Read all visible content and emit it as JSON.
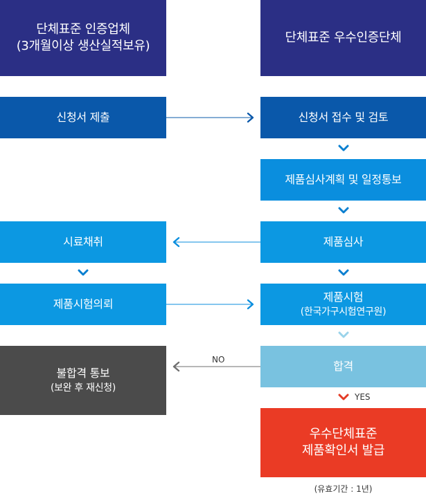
{
  "boxes": {
    "top_left": {
      "line1": "단체표준 인증업체",
      "line2": "(3개월이상 생산실적보유)"
    },
    "top_right": {
      "line1": "단체표준 우수인증단체"
    },
    "apply": {
      "line1": "신청서 제출"
    },
    "receive": {
      "line1": "신청서 접수 및 검토"
    },
    "plan": {
      "line1": "제품심사계획 및 일정통보"
    },
    "sample": {
      "line1": "시료채취"
    },
    "review": {
      "line1": "제품심사"
    },
    "test_req": {
      "line1": "제품시험의뢰"
    },
    "test": {
      "line1": "제품시험",
      "line2": "(한국가구시험연구원)"
    },
    "fail": {
      "line1": "불합격 통보",
      "line2": "(보완 후 재신청)"
    },
    "pass": {
      "line1": "합격"
    },
    "issue": {
      "line1": "우수단체표준",
      "line2": "제품확인서 발급"
    }
  },
  "labels": {
    "no": "NO",
    "yes": "YES"
  },
  "note": "(유효기간 : 1년)",
  "colors": {
    "navy": "#2b2f85",
    "blue": "#0a58aa",
    "sky": "#0a8ede",
    "pale": "#79c2e0",
    "gray": "#4b4b4b",
    "red": "#ea3b25",
    "chevron_blue": "#0a7fd0",
    "chevron_pale": "#9ad3ea",
    "chevron_red": "#e43b25"
  }
}
